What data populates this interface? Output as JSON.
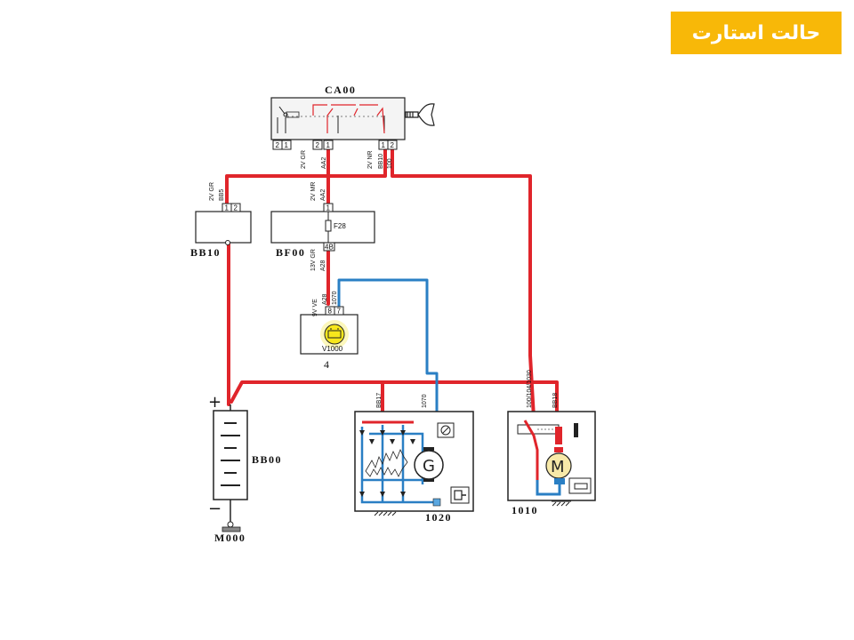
{
  "title": "حالت استارت",
  "colors": {
    "badge": "#f8b808",
    "hot_wire": "#e0252b",
    "signal_wire": "#2a7fc4",
    "lamp": "#f7e71c",
    "motor": "#f7e9a8"
  },
  "components": {
    "ignition_switch": {
      "label": "CA00",
      "pins_left": [
        "2",
        "1"
      ],
      "pins_mid": [
        "2",
        "1"
      ],
      "pins_right": [
        "1",
        "2"
      ]
    },
    "fuse_box": {
      "label": "BB10",
      "pins": [
        "1",
        "2"
      ]
    },
    "fuse_module": {
      "label": "BF00",
      "fuse": "F28",
      "pin_top": "1",
      "pin_bottom": "4B"
    },
    "instrument": {
      "label": "V1000",
      "number": "4",
      "pins": [
        "8",
        "7"
      ]
    },
    "battery": {
      "label": "BB00",
      "plus": "+",
      "minus": "−"
    },
    "ground": {
      "label": "M000"
    },
    "alternator": {
      "label": "1020",
      "generator": "G"
    },
    "starter": {
      "label": "1010",
      "motor": "M"
    }
  },
  "wires": {
    "ca00_left_a": "2V GR",
    "ca00_left_b": "AA2",
    "ca00_right_a": "2V NR",
    "ca00_right_b": "BB10",
    "ca00_right_c": "100",
    "bb10_a": "2V GR",
    "bb10_b": "BB5",
    "bf00_top_a": "2V MR",
    "bf00_top_b": "AA2",
    "bf00_bot_a": "13V GR",
    "bf00_bot_b": "A28",
    "v1000_a": "9V VE",
    "v1000_b": "A28",
    "v1000_c": "1070",
    "alt_a": "BB17",
    "alt_b": "1070",
    "starter_a": "100/104/1030",
    "starter_b": "BB18"
  }
}
